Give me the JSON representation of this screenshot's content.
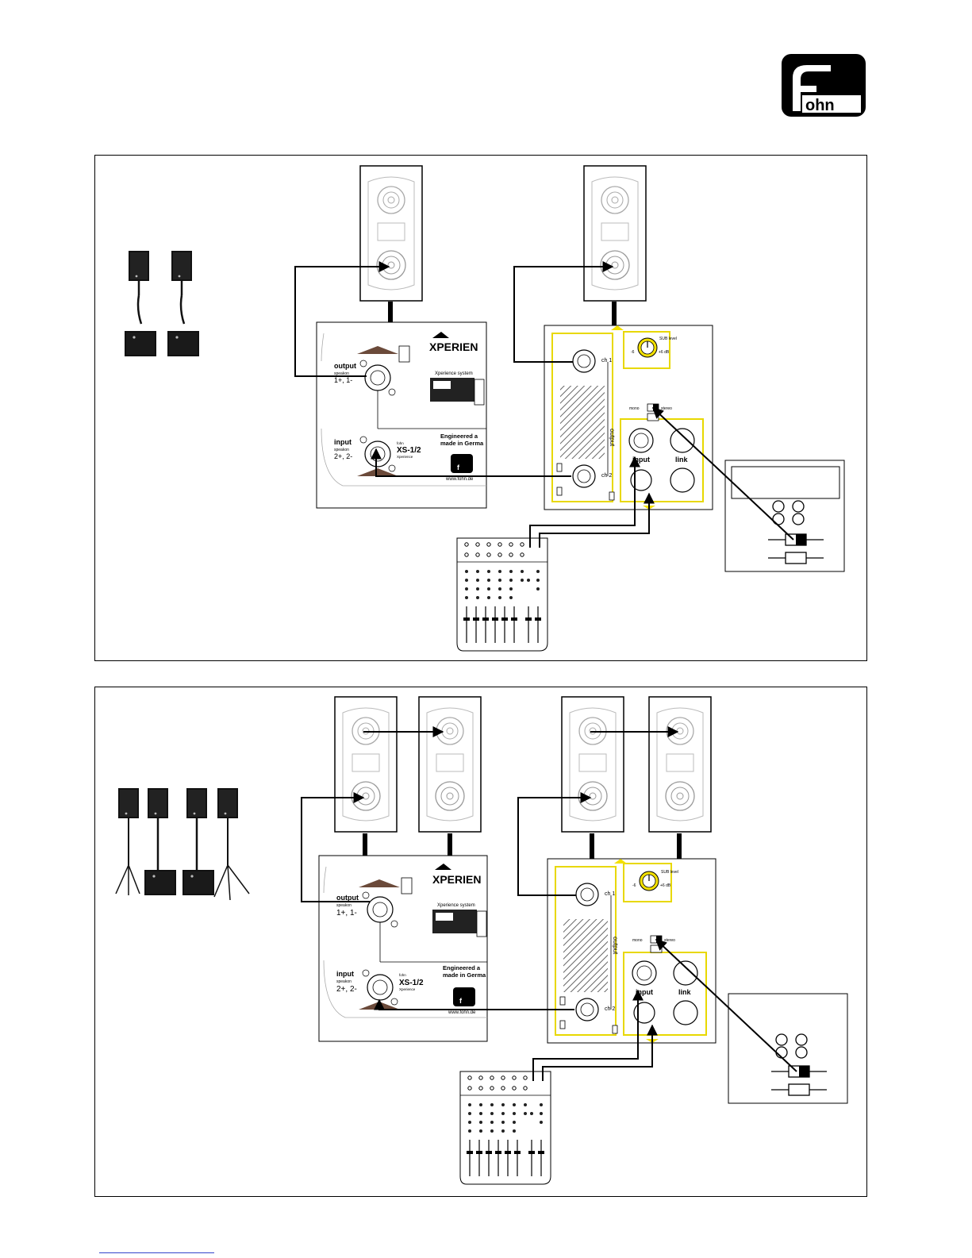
{
  "brand": {
    "logo_text": "ohn",
    "logo_letter": "f"
  },
  "colors": {
    "ink": "#000000",
    "accent_yellow": "#f3e000",
    "panel_line": "#777777",
    "footer_link": "#3344cc"
  },
  "diagram1": {
    "passive_panel": {
      "output_label": "output",
      "output_sub": "speakon",
      "output_pins": "1+, 1-",
      "input_label": "input",
      "input_sub": "speakon",
      "input_pins": "2+, 2-",
      "brand": "XPERIEN",
      "systems_text": "Xperience system",
      "engineered_line1": "Engineered a",
      "engineered_line2": "made in Germa",
      "model": "XS-1/2",
      "model_pre": "fohn",
      "model_sub": "Xperience",
      "website": "www.fohn.de"
    },
    "amp_panel": {
      "ch1": "ch 1",
      "ch2": "ch 2",
      "output_vertical": "output",
      "input_label": "input",
      "link_label": "link",
      "sub_level": "SUB level",
      "level_plus": "+6 dB",
      "level_minus": "-6",
      "stereo": "stereo",
      "mono": "mono"
    }
  },
  "diagram2": {
    "passive_panel": {
      "output_label": "output",
      "output_sub": "speakon",
      "output_pins": "1+, 1-",
      "input_label": "input",
      "input_sub": "speakon",
      "input_pins": "2+, 2-",
      "brand": "XPERIEN",
      "systems_text": "Xperience system",
      "engineered_line1": "Engineered a",
      "engineered_line2": "made in Germa",
      "model": "XS-1/2",
      "model_pre": "fohn",
      "model_sub": "Xperience",
      "website": "www.fohn.de"
    },
    "amp_panel": {
      "ch1": "ch 1",
      "ch2": "ch 2",
      "output_vertical": "output",
      "input_label": "input",
      "link_label": "link",
      "sub_level": "SUB level",
      "level_plus": "+6 dB",
      "level_minus": "-6",
      "stereo": "stereo",
      "mono": "mono"
    }
  }
}
